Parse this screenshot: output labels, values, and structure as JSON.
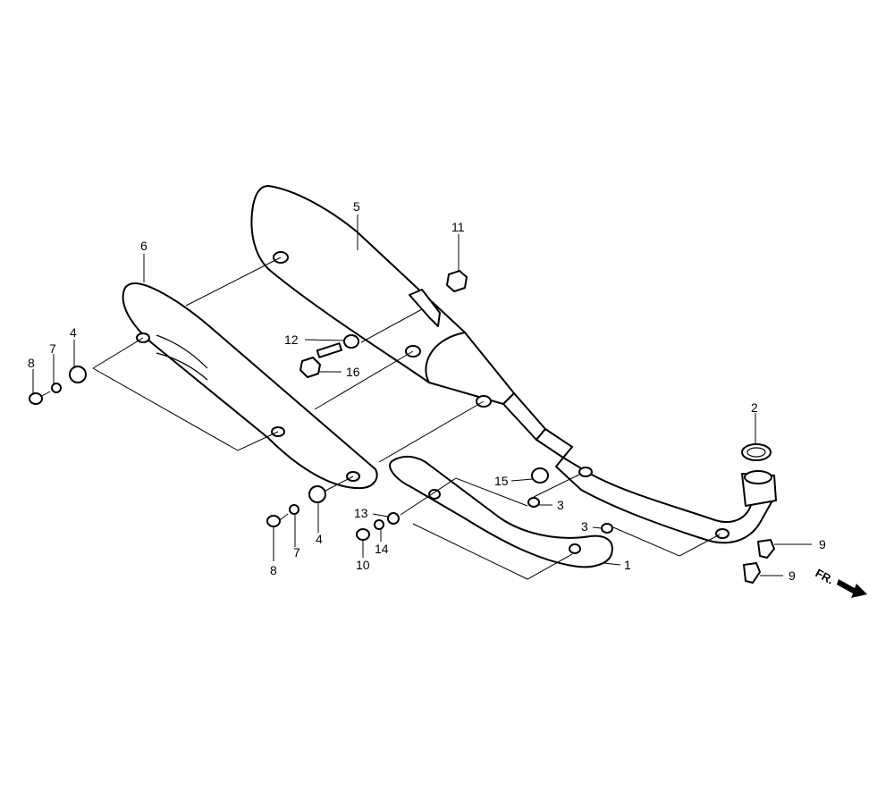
{
  "diagram": {
    "callouts": {
      "c1": "1",
      "c2": "2",
      "c3a": "3",
      "c3b": "3",
      "c4a": "4",
      "c4b": "4",
      "c5": "5",
      "c6": "6",
      "c7a": "7",
      "c7b": "7",
      "c8a": "8",
      "c8b": "8",
      "c9a": "9",
      "c9b": "9",
      "c10": "10",
      "c11": "11",
      "c12": "12",
      "c13": "13",
      "c14": "14",
      "c15": "15",
      "c16": "16"
    },
    "front_marker": "FR."
  }
}
